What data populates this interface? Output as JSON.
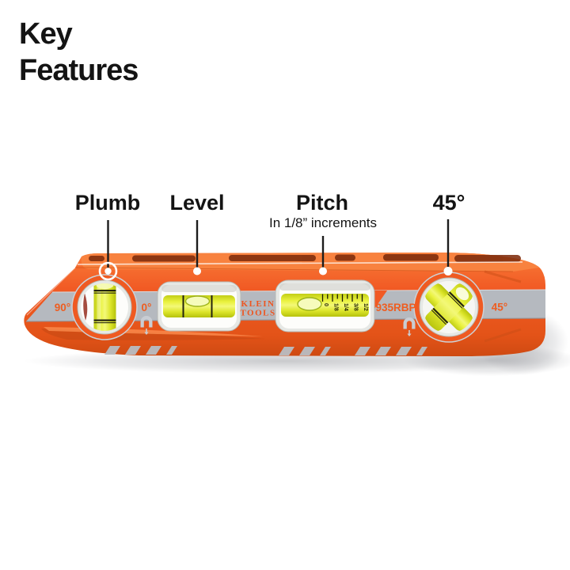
{
  "title": "Key Features",
  "callouts": [
    {
      "label": "Plumb"
    },
    {
      "label": "Level"
    },
    {
      "label": "Pitch",
      "subtitle": "In 1/8” increments"
    },
    {
      "label": "45°"
    }
  ],
  "tool": {
    "markings": {
      "plumb_angle": "90°",
      "level_angle": "0°",
      "brand_line1": "KLEIN",
      "brand_line2": "TOOLS",
      "model": "935RBP",
      "miter_angle": "45°"
    },
    "pitch_scale": [
      "0",
      "1/8",
      "1/4",
      "3/8",
      "1/2"
    ],
    "icons": [
      "magnet-icon",
      "magnet-icon"
    ],
    "colors": {
      "body_orange": "#F15A24",
      "top_face_orange": "#F8823F",
      "band_gray": "#B5B9BF",
      "vial_yellow": "#E9F13E",
      "marking_orange": "#EE5D20",
      "callout_black": "#141414"
    }
  }
}
